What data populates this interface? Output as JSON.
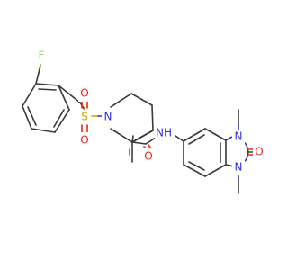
{
  "molecule": {
    "atoms": {
      "F": {
        "label": "F",
        "color": "#8fd36b"
      },
      "S": {
        "label": "S",
        "color": "#c9a400"
      },
      "O_s1": {
        "label": "O",
        "color": "#e8261f"
      },
      "O_s2": {
        "label": "O",
        "color": "#e8261f"
      },
      "N_pip": {
        "label": "N",
        "color": "#2f33d8"
      },
      "O_amide": {
        "label": "O",
        "color": "#e8261f"
      },
      "NH": {
        "label": "NH",
        "color": "#2f33d8"
      },
      "N_top": {
        "label": "N",
        "color": "#2f33d8"
      },
      "N_bot": {
        "label": "N",
        "color": "#2f33d8"
      },
      "O_urea": {
        "label": "O",
        "color": "#e8261f"
      }
    }
  }
}
